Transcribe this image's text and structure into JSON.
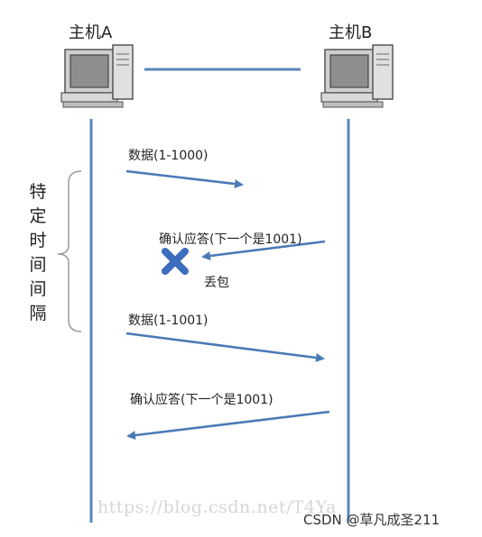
{
  "hosts": {
    "a": {
      "label": "主机A",
      "icon": "computer-icon"
    },
    "b": {
      "label": "主机B",
      "icon": "computer-icon"
    }
  },
  "messages": {
    "m1": "数据(1-1000)",
    "m2": "确认应答(下一个是1001)",
    "m3": "数据(1-1001)",
    "m4": "确认应答(下一个是1001)"
  },
  "loss_label": "丢包",
  "loss_icon": "x-mark-icon",
  "interval_label": [
    "特",
    "定",
    "时",
    "间",
    "间",
    "隔"
  ],
  "watermark": "https://blog.csdn.net/T4Ya",
  "credit": "CSDN @草凡成圣211",
  "colors": {
    "timeline": "#5b87bd",
    "arrow": "#4a7ab6",
    "cross": "#3d6dbd",
    "bracket": "#9a9a9a"
  }
}
